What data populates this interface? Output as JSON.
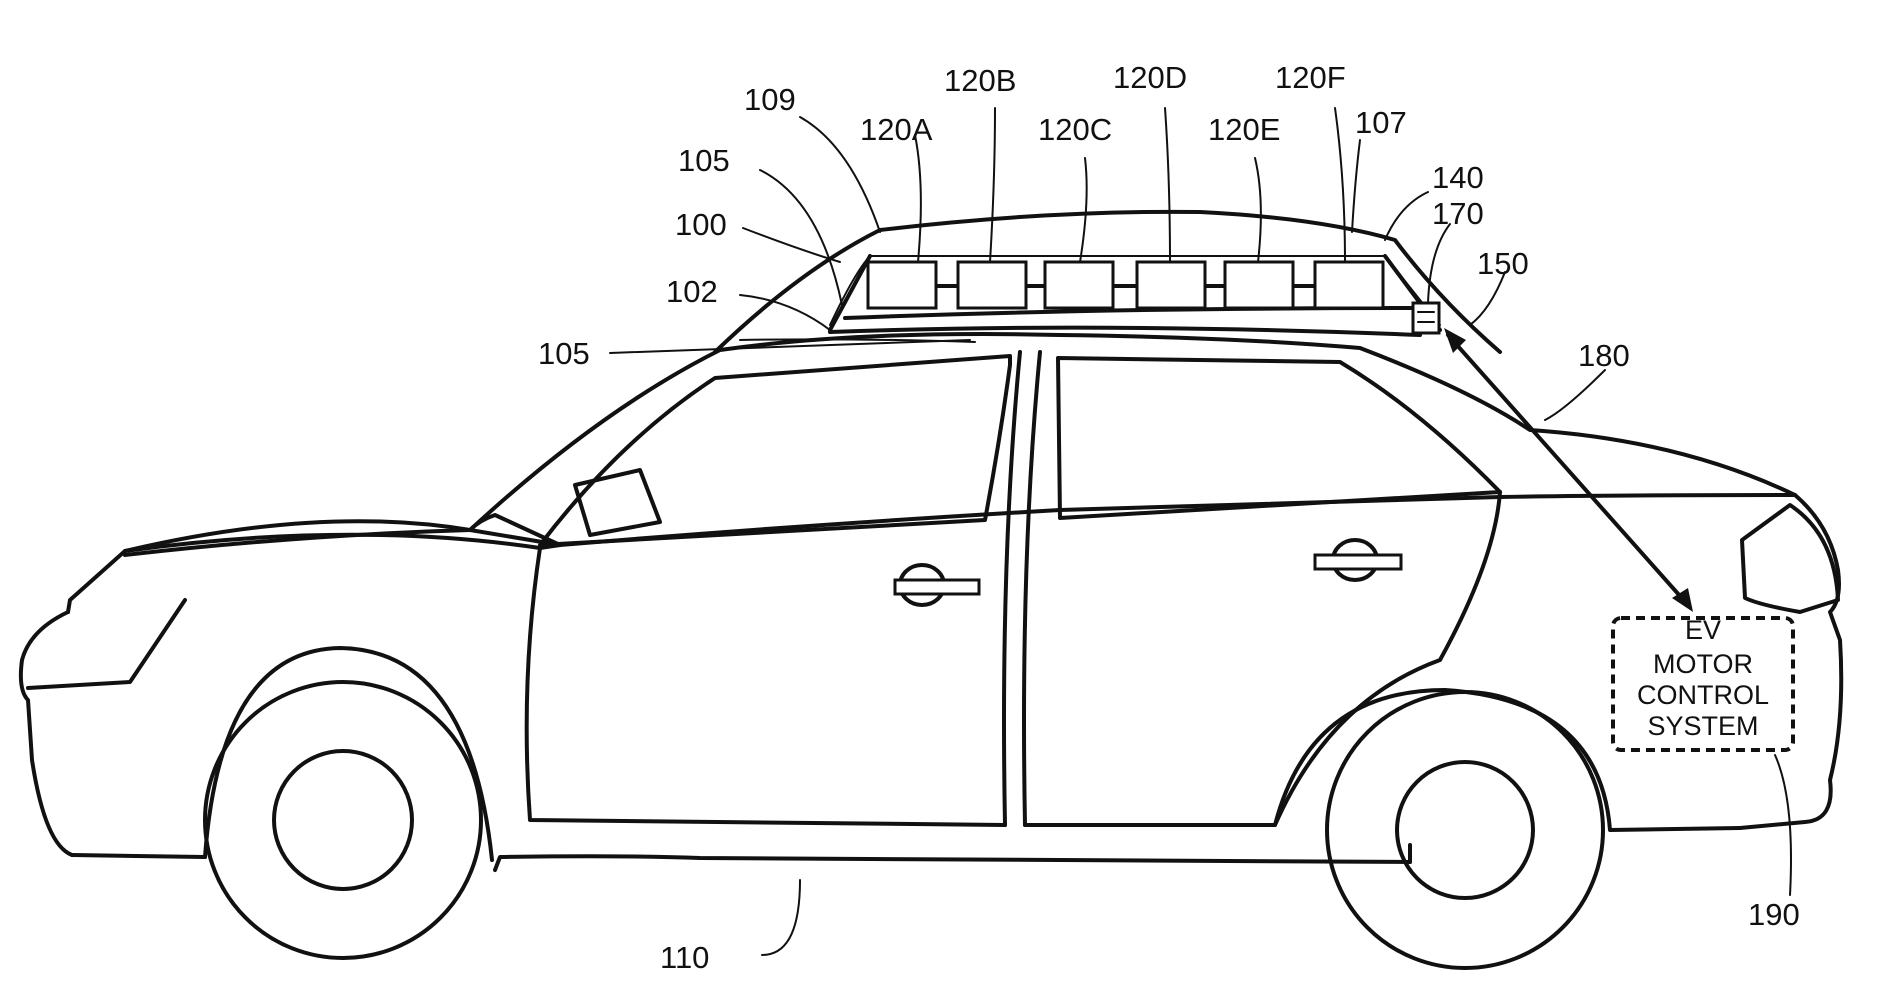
{
  "figure": {
    "labels": {
      "l109": "109",
      "l120a": "120A",
      "l120b": "120B",
      "l120c": "120C",
      "l120d": "120D",
      "l120e": "120E",
      "l120f": "120F",
      "l107": "107",
      "l105_top": "105",
      "l100": "100",
      "l102": "102",
      "l105_mid": "105",
      "l140": "140",
      "l170": "170",
      "l150": "150",
      "l180": "180",
      "l110": "110",
      "l190": "190"
    },
    "motor_box": {
      "line1": "EV",
      "line2": "MOTOR",
      "line3": "CONTROL",
      "line4": "SYSTEM"
    },
    "colors": {
      "stroke": "#111111",
      "background": "#ffffff"
    }
  }
}
